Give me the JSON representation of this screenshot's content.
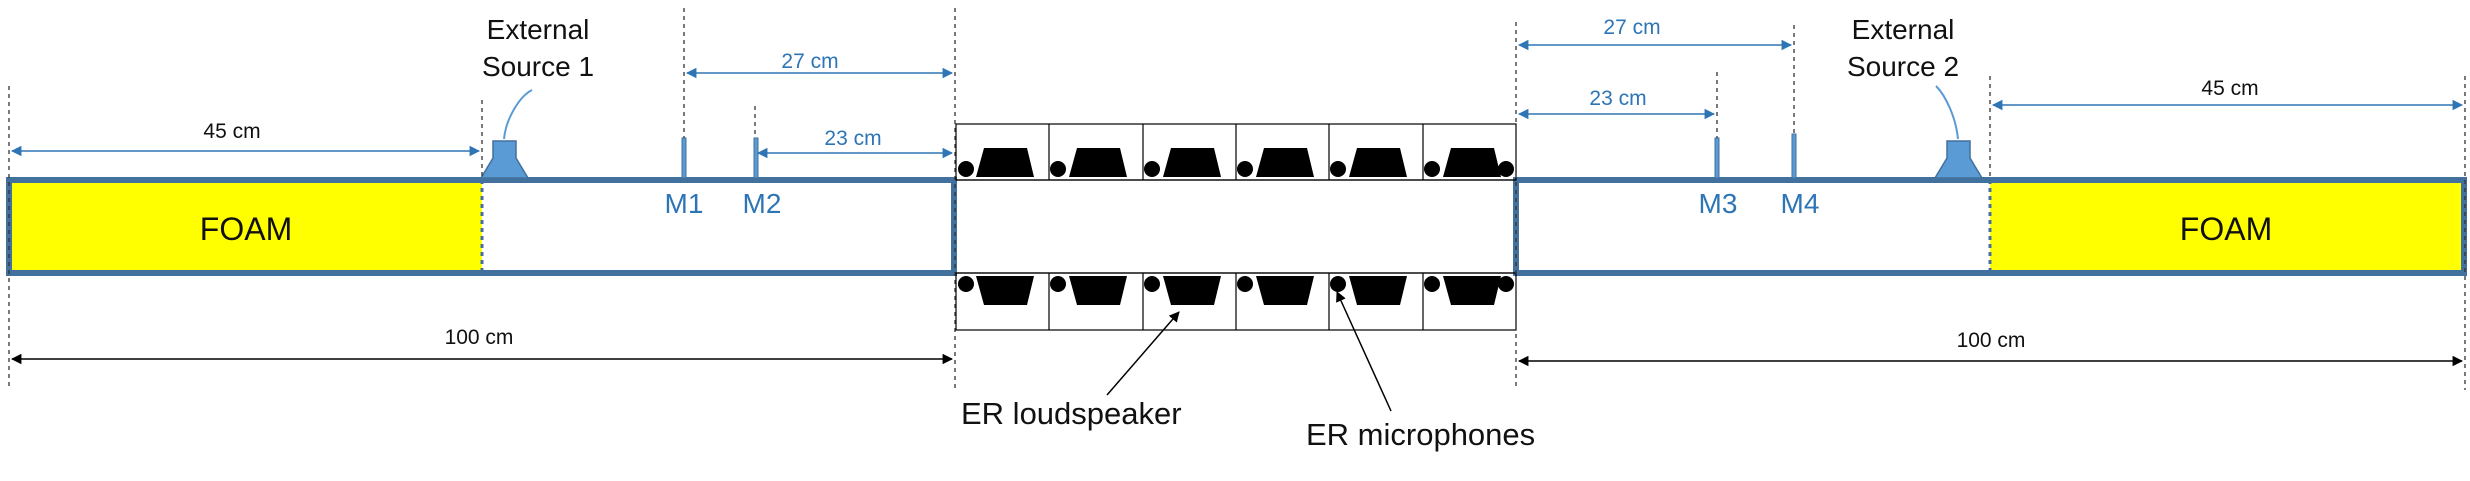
{
  "labels": {
    "foam_left": "FOAM",
    "foam_right": "FOAM",
    "source1_line1": "External",
    "source1_line2": "Source 1",
    "source2_line1": "External",
    "source2_line2": "Source 2",
    "m1": "M1",
    "m2": "M2",
    "m3": "M3",
    "m4": "M4",
    "dim_left_45": "45 cm",
    "dim_left_27": "27 cm",
    "dim_left_23": "23 cm",
    "dim_left_100": "100 cm",
    "dim_right_27": "27 cm",
    "dim_right_23": "23 cm",
    "dim_right_45": "45 cm",
    "dim_right_100": "100 cm",
    "er_loudspeaker": "ER loudspeaker",
    "er_microphones": "ER microphones"
  },
  "colors": {
    "foam": "#FFFF00",
    "duct_border": "#41719C",
    "dimension": "#2E75B6",
    "source": "#5B9BD5",
    "black": "#000000"
  },
  "icons": {
    "source": "loudspeaker-icon",
    "mic": "microphone-icon",
    "er_speaker": "trapezoid-speaker-icon",
    "er_mic": "dot-microphone-icon"
  }
}
